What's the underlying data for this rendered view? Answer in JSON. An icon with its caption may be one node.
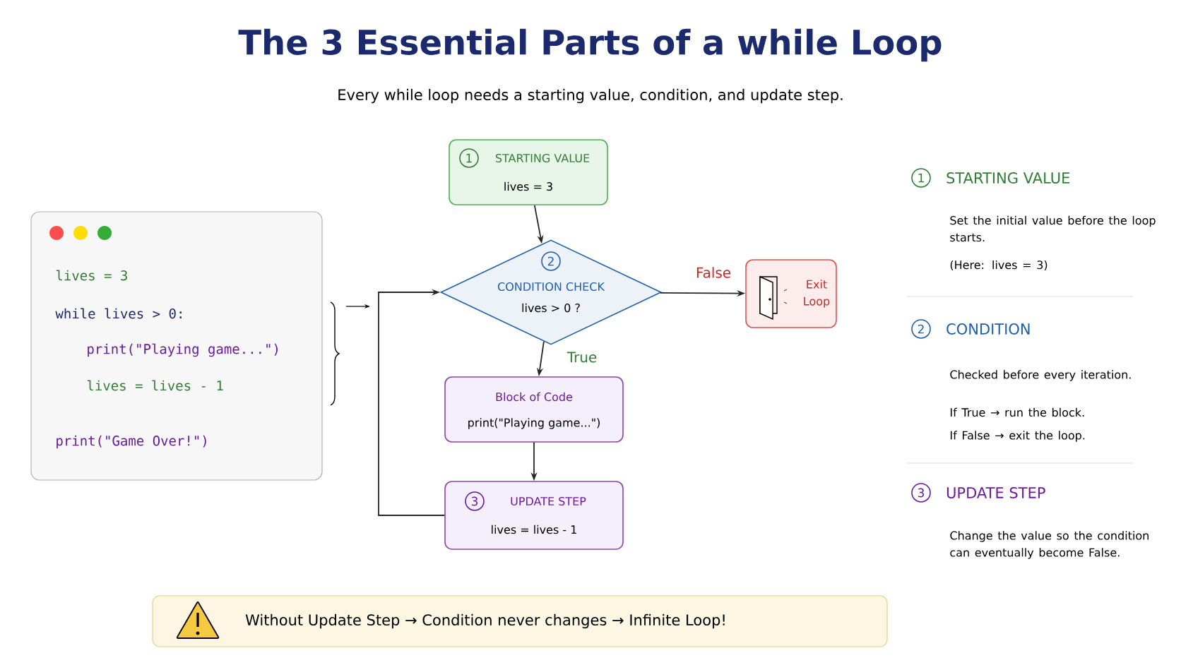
{
  "diagram": {
    "title": "The 3 Essential Parts of a while Loop",
    "nodes": [
      {
        "text": [
          "lives = 3",
          "while lives > 0:",
          "print(\"Playing game...\")",
          "lives = lives - 1",
          "print(\"Game Over!\")"
        ]
      },
      {
        "text": [
          "1",
          "STARTING VALUE",
          "lives = 3"
        ]
      },
      {
        "text": [
          "2",
          "CONDITION CHECK",
          "lives > 0 ?"
        ]
      },
      {
        "text": [
          "Exit Loop"
        ]
      },
      {
        "text": [
          "Block of Code",
          "print(\"Playing game...\")"
        ]
      },
      {
        "text": [
          "3",
          "UPDATE STEP",
          "lives = lives - 1"
        ]
      },
      {
        "text": [
          "Without Update Step → Condition never changes → Infinite Loop!"
        ]
      }
    ],
    "edges": [
      {
        "from": 1,
        "to": 2,
        "arrow": "to"
      },
      {
        "from": 2,
        "to": 3,
        "arrow": "to",
        "label": "False"
      },
      {
        "from": 2,
        "to": 4,
        "arrow": "to",
        "label": "True"
      },
      {
        "from": 4,
        "to": 5,
        "arrow": "to"
      },
      {
        "from": 5,
        "to": 2,
        "arrow": "to"
      }
    ],
    "labels": [
      "Every while loop needs a starting value, condition, and update step.",
      "1",
      "STARTING VALUE",
      "Set the initial value before the loop starts.",
      "(Here: lives = 3)",
      "2",
      "CONDITION",
      "Checked before every iteration.",
      "If True → run the block.",
      "If False → exit the loop.",
      "3",
      "UPDATE STEP",
      "Change the value so the condition can eventually become False."
    ]
  }
}
